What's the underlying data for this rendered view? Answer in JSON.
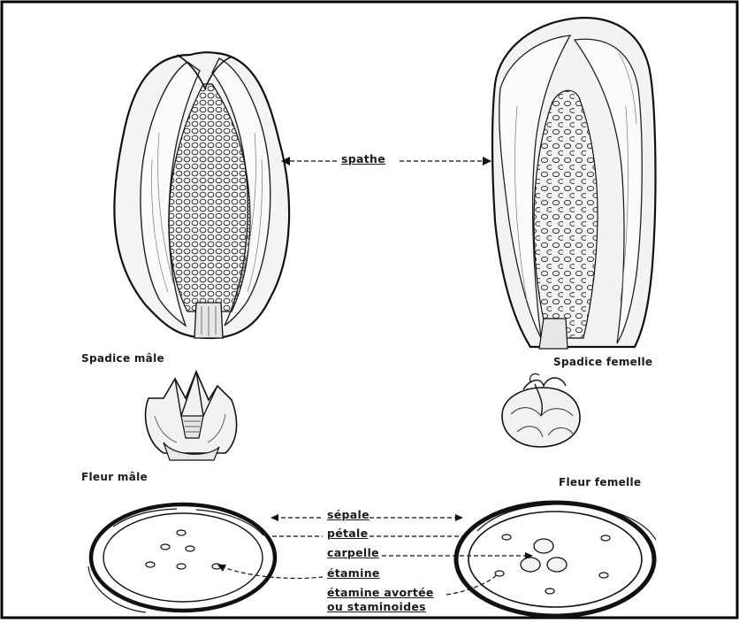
{
  "labels": {
    "spathe": "spathe",
    "spadice_male": "Spadice mâle",
    "spadice_femelle": "Spadice femelle",
    "fleur_male": "Fleur mâle",
    "fleur_femelle": "Fleur femelle",
    "sepale": "sépale",
    "petale": "pétale",
    "carpelle": "carpelle",
    "etamine": "étamine",
    "etamine_avortee_1": "étamine avortée",
    "etamine_avortee_2": "ou staminoides"
  },
  "colors": {
    "ink": "#1a1a1a",
    "border": "#000000",
    "background": "#ffffff"
  }
}
